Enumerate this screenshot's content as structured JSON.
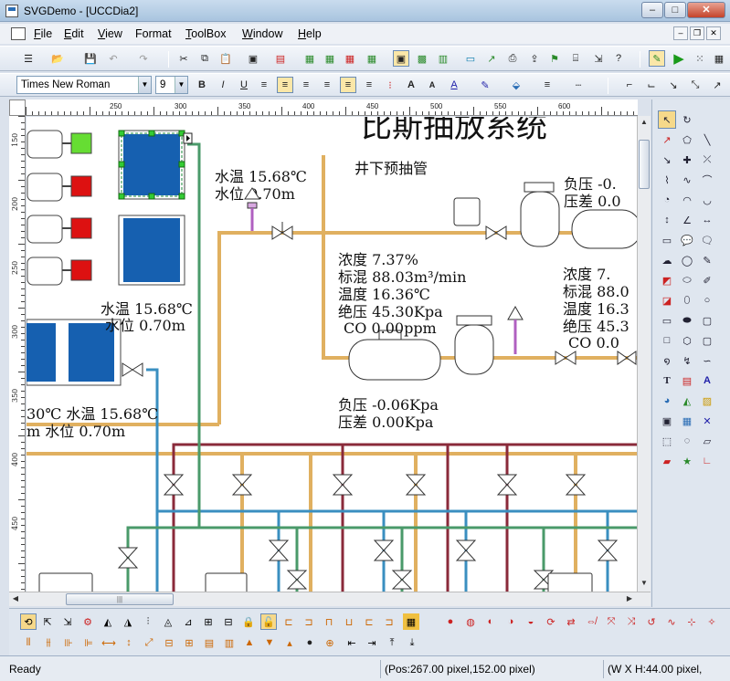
{
  "window": {
    "title": "SVGDemo - [UCCDia2]",
    "controls": {
      "minimize": "–",
      "maximize": "□",
      "close": "✕",
      "mdi_min": "–",
      "mdi_restore": "❐",
      "mdi_close": "✕"
    }
  },
  "menu": {
    "items": [
      {
        "u": "F",
        "rest": "ile"
      },
      {
        "u": "E",
        "rest": "dit"
      },
      {
        "u": "V",
        "rest": "iew"
      },
      {
        "u": "",
        "rest": "Format"
      },
      {
        "u": "T",
        "rest": "oolBox"
      },
      {
        "u": "W",
        "rest": "indow"
      },
      {
        "u": "H",
        "rest": "elp"
      }
    ]
  },
  "toolbar2": {
    "font_name": "Times New Roman",
    "font_size": "9"
  },
  "ruler": {
    "h_ticks": [
      "250",
      "300",
      "350",
      "400",
      "450",
      "500",
      "550",
      "600"
    ],
    "v_ticks": [
      "150",
      "200",
      "250",
      "300",
      "350",
      "400",
      "450"
    ]
  },
  "canvas": {
    "title": "比斯抽放系统",
    "subtitle": "井下预抽管",
    "tank1": {
      "temp": "水温 15.68℃",
      "level": "水位 0.70m"
    },
    "tank2": {
      "temp": "水温 15.68℃",
      "level": "水位 0.70m"
    },
    "tank3": {
      "temp": "30℃ 水温 15.68℃",
      "level": "m 水位 0.70m"
    },
    "gas1": {
      "conc": "浓度 7.37%",
      "flow": "标混 88.03m³/min",
      "temp": "温度 16.36℃",
      "press": "绝压 45.30Kpa",
      "co": "CO  0.00ppm"
    },
    "gas2": {
      "conc": "浓度 7.",
      "flow": "标混 88.0",
      "temp": "温度 16.3",
      "press": "绝压 45.3",
      "co": "CO  0.0"
    },
    "press1": {
      "neg": "负压 -0.06Kpa",
      "diff": "压差 0.00Kpa"
    },
    "press2": {
      "neg": "负压 -0.",
      "diff": "压差 0.0"
    }
  },
  "status": {
    "ready": "Ready",
    "pos": "(Pos:267.00 pixel,152.00 pixel)",
    "size": "(W X H:44.00 pixel,"
  },
  "colors": {
    "pipe_orange": "#e0b060",
    "pipe_green": "#4a9a6a",
    "pipe_blue": "#3a8fc0",
    "pipe_maroon": "#8a2a3a",
    "motor_green": "#66dd33",
    "motor_red": "#dd1111",
    "tank_blue": "#1660b0"
  }
}
